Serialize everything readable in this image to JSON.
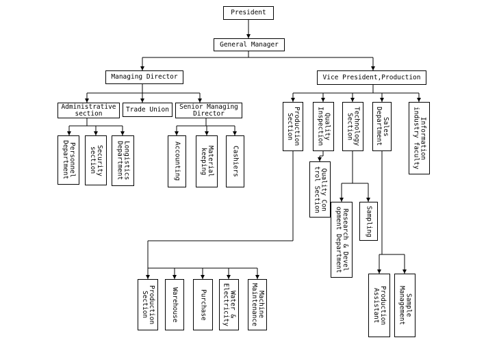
{
  "nodes": {
    "president": "President",
    "general_manager": "General Manager",
    "managing_director": "Managing Director",
    "vp_production": "Vice President,Production",
    "administrative_section": "Administrative\nsection",
    "trade_union": "Trade Union",
    "senior_managing_director": "Senior Managing\nDirector",
    "personnel_department": "Personnel\nDepartment",
    "security_section": "Security\nsection",
    "logistics_department": "Longistics\nDepartment",
    "accounting": "Accounting",
    "material_keeping": "Material\nkeeping",
    "cashiers": "Cashiers",
    "production_section": "Production\nSection",
    "quality_inspection": "Quality\nInspection",
    "technology_section": "Technology\nSection",
    "sales_department": "Sales\nDepartment",
    "information_industry_faculty": "Information\nindustry faculty",
    "quality_control_section": "Quality Con\ntrol Section",
    "research_development_department": "Research & Devel\nopment Department",
    "sampling": "Sampling",
    "production_section_2": "Production\nSection",
    "warehouse": "Warehouse",
    "purchase": "Purchase",
    "water_electricity": "Water &\nElectricity",
    "machine_maintenance": "Machine\nMaintenance",
    "production_assistant": "Production\nAssistant",
    "sample_management": "Sample\nManagement"
  }
}
